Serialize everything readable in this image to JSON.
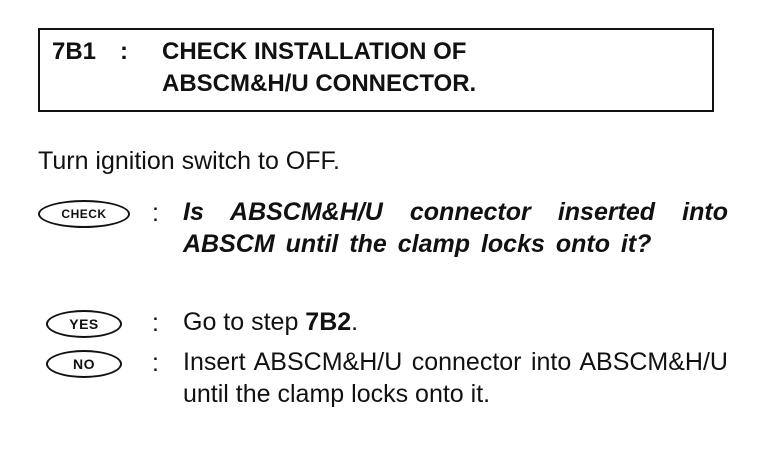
{
  "header": {
    "step_id": "7B1",
    "colon": ":",
    "title": "CHECK INSTALLATION OF\nABSCM&H/U CONNECTOR."
  },
  "intro_text": "Turn ignition switch to OFF.",
  "check": {
    "badge": "CHECK",
    "colon": ":",
    "question": "Is ABSCM&H/U connector inserted into ABSCM until the clamp locks onto it?"
  },
  "yes": {
    "badge": "YES",
    "colon": ":",
    "text_prefix": "Go to step ",
    "step_ref": "7B2",
    "text_suffix": "."
  },
  "no": {
    "badge": "NO",
    "colon": ":",
    "text": "Insert ABSCM&H/U connector into ABSCM&H/U until the clamp locks onto it."
  }
}
